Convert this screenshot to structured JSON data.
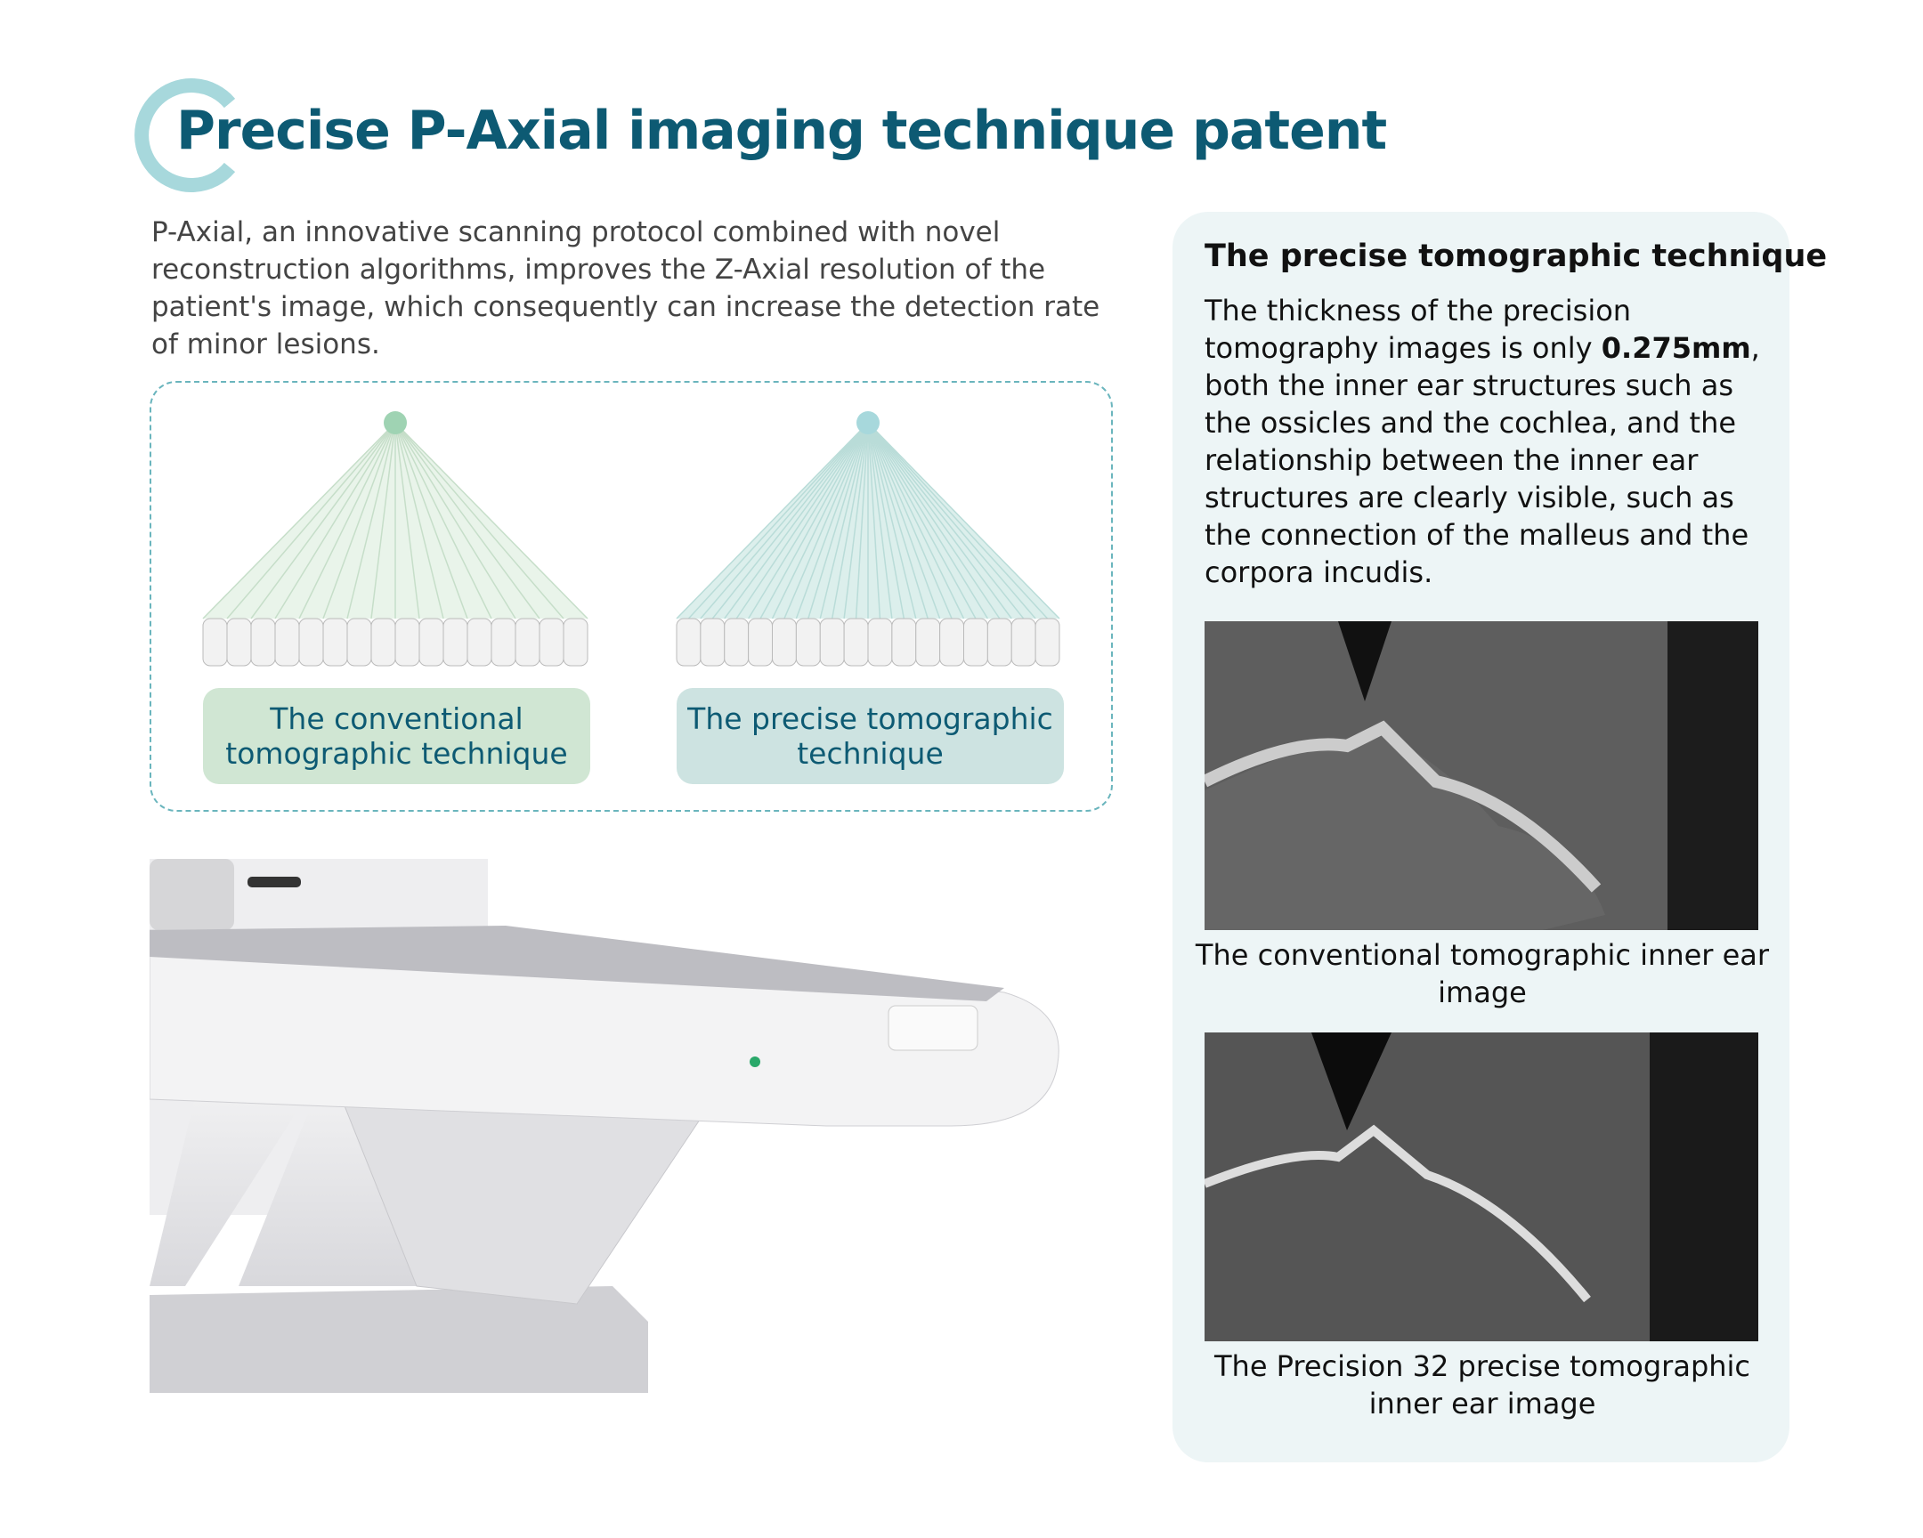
{
  "title": "Precise P-Axial imaging technique patent",
  "intro": "P-Axial, an innovative scanning protocol combined with novel reconstruction algorithms, improves the Z-Axial resolution of the patient's image, which consequently can increase the detection rate of minor lesions.",
  "diagram": {
    "conventional_label": "The conventional tomographic technique",
    "precise_label": "The precise tomographic technique",
    "conventional_rays": 16,
    "precise_rays": 32
  },
  "panel": {
    "heading": "The precise tomographic technique",
    "body_pre": "The thickness of the precision tomography images is only ",
    "body_bold": "0.275mm",
    "body_post": ", both the inner ear structures such as the ossicles and the cochlea, and the relationship between the inner ear structures are clearly visible, such as the connection of the malleus and the corpora incudis.",
    "caption1": "The conventional tomographic inner ear image",
    "caption2": "The Precision 32 precise tomographic inner ear image"
  },
  "colors": {
    "accent": "#0d5a73",
    "ring": "#a7d8dc",
    "panel": "#edf5f6"
  }
}
